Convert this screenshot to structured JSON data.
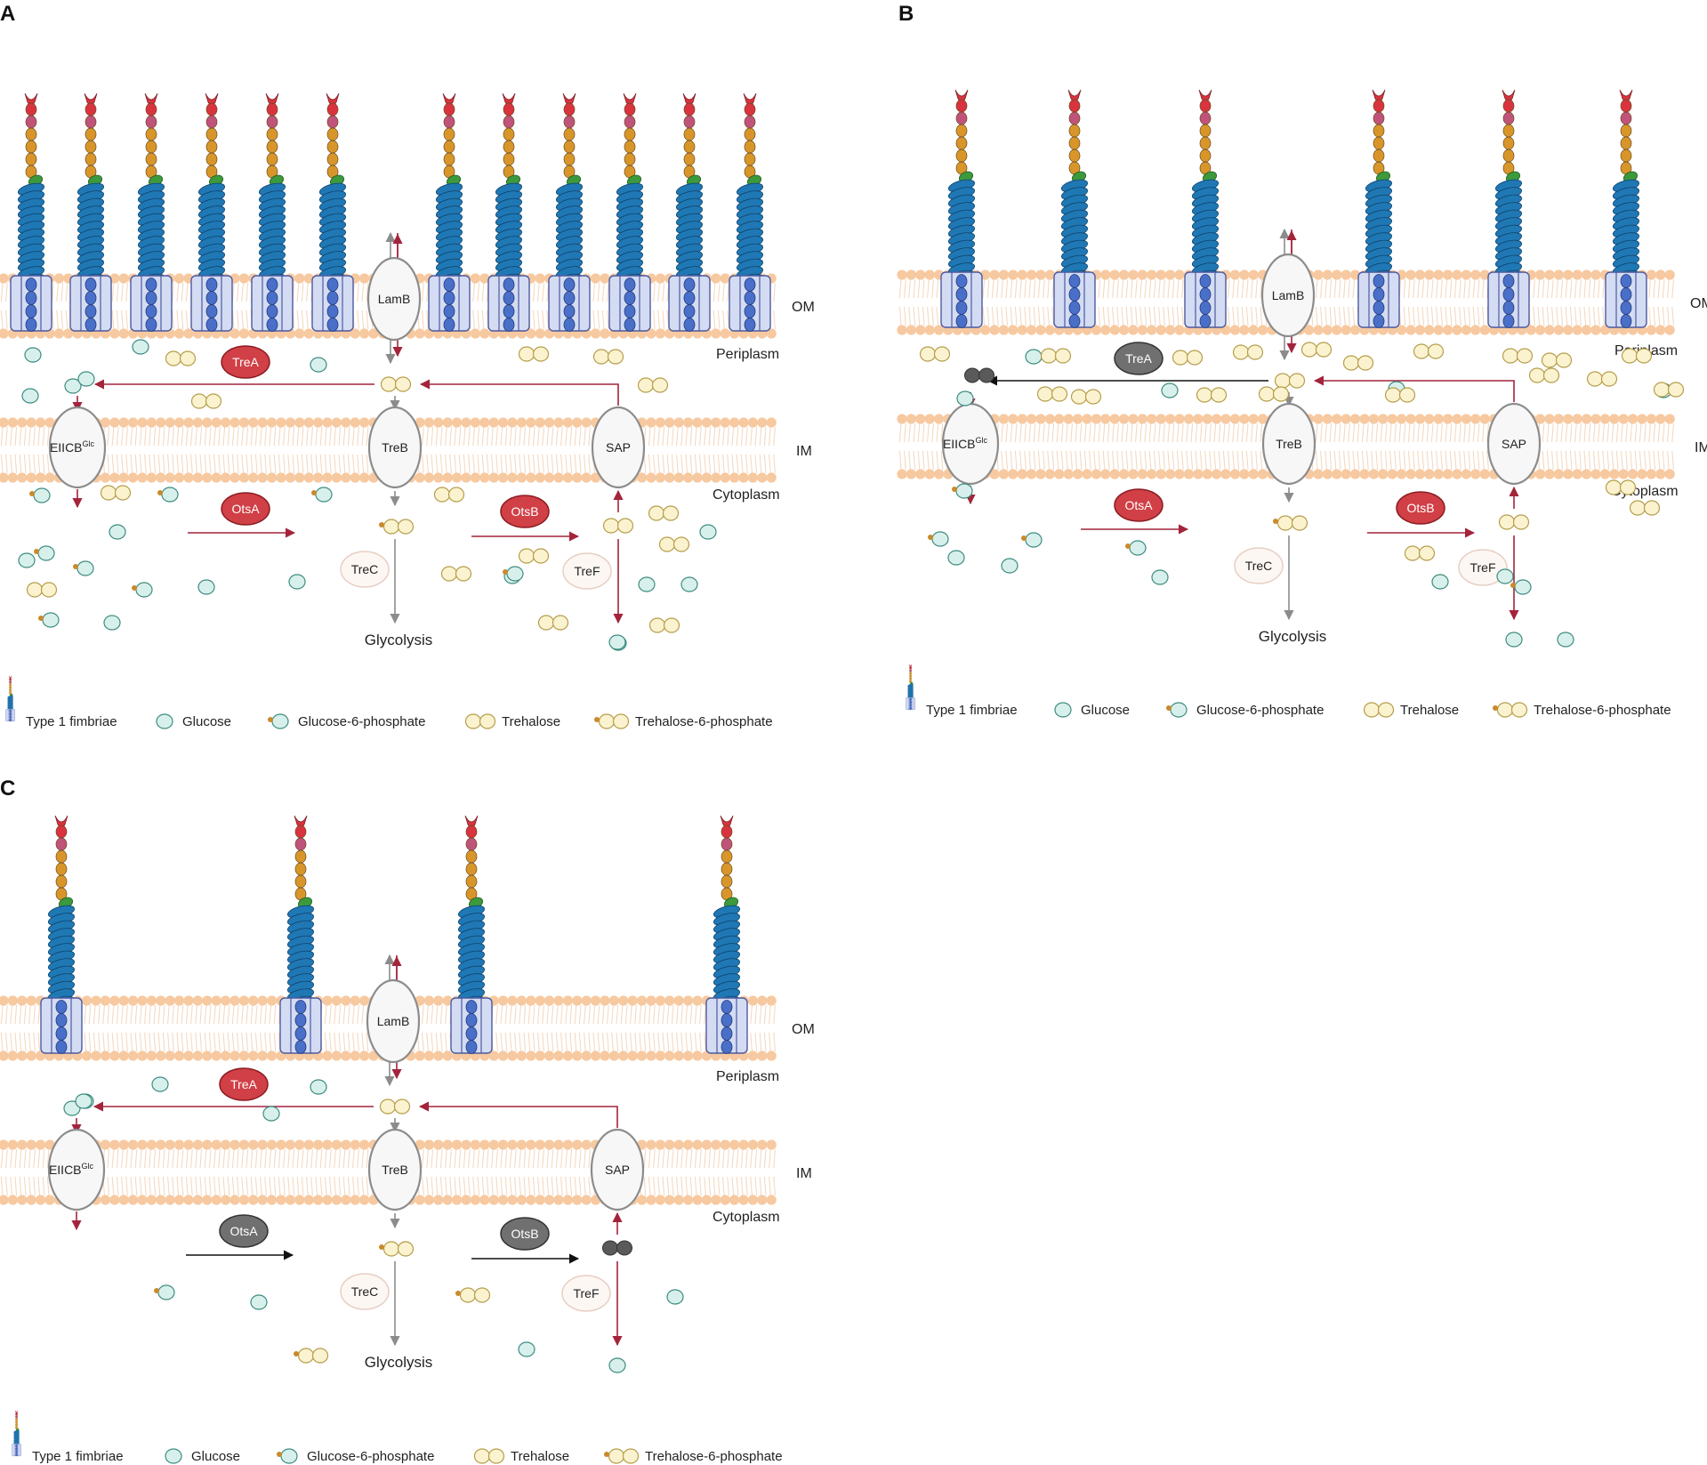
{
  "colors": {
    "membrane": "#f7c9a0",
    "membrane_line": "#f4d9c2",
    "transporter_fill": "#f7f7f7",
    "transporter_stroke": "#8c8c8c",
    "active_enzyme": "#d04046",
    "inactive_enzyme": "#707070",
    "pathway_red": "#a3243b",
    "pathway_gray": "#8c8c8c",
    "glucose_fill": "#d8f0ec",
    "glucose_stroke": "#3d8c80",
    "trehalose_fill": "#fbf3cf",
    "trehalose_stroke": "#b69d4a",
    "phosphate": "#c98a2c",
    "usher_fill": "#d4dcf4",
    "usher_stroke": "#4d5a9e",
    "pilin_blue": "#1f78b4",
    "pilin_dark": "#4a6fc9",
    "tip_green": "#3c9a3c",
    "tip_orange": "#d8962a",
    "tip_pink": "#c0537a",
    "tip_red": "#d9333f"
  },
  "panels": [
    {
      "letter": "A",
      "labels": {
        "om": "OM",
        "periplasm": "Periplasm",
        "im": "IM",
        "cytoplasm": "Cytoplasm",
        "lamb": "LamB",
        "eiicb": "EIICB",
        "eiicb_sup": "Glc",
        "treb": "TreB",
        "sap": "SAP",
        "trea": "TreA",
        "otsa": "OtsA",
        "otsb": "OtsB",
        "trec": "TreC",
        "tref": "TreF",
        "glycolysis": "Glycolysis"
      },
      "state": {
        "trea": "active",
        "otsa": "active",
        "otsb": "active"
      }
    },
    {
      "letter": "B",
      "labels": {
        "om": "OM",
        "periplasm": "Periplasm",
        "im": "IM",
        "cytoplasm": "Cytoplasm",
        "lamb": "LamB",
        "eiicb": "EIICB",
        "eiicb_sup": "Glc",
        "treb": "TreB",
        "sap": "SAP",
        "trea": "TreA",
        "otsa": "OtsA",
        "otsb": "OtsB",
        "trec": "TreC",
        "tref": "TreF",
        "glycolysis": "Glycolysis"
      },
      "state": {
        "trea": "inactive",
        "otsa": "active",
        "otsb": "active"
      }
    },
    {
      "letter": "C",
      "labels": {
        "om": "OM",
        "periplasm": "Periplasm",
        "im": "IM",
        "cytoplasm": "Cytoplasm",
        "lamb": "LamB",
        "eiicb": "EIICB",
        "eiicb_sup": "Glc",
        "treb": "TreB",
        "sap": "SAP",
        "trea": "TreA",
        "otsa": "OtsA",
        "otsb": "OtsB",
        "trec": "TreC",
        "tref": "TreF",
        "glycolysis": "Glycolysis"
      },
      "state": {
        "trea": "active",
        "otsa": "inactive",
        "otsb": "inactive"
      }
    }
  ],
  "legend": {
    "fimbriae": "Type 1 fimbriae",
    "glucose": "Glucose",
    "g6p": "Glucose-6-phosphate",
    "trehalose": "Trehalose",
    "t6p": "Trehalose-6-phosphate"
  }
}
